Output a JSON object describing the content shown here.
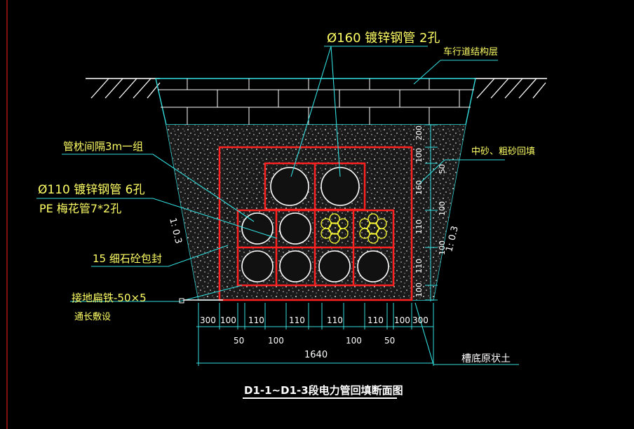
{
  "drawing": {
    "title": "D1-1~D1-3段电力管回填断面图",
    "labels": {
      "pipe160": "Ø160 镀锌钢管 2孔",
      "road_structure": "车行道结构层",
      "sleeper": "管枕间隔3m一组",
      "pipe110": "Ø110 镀锌钢管 6孔",
      "pe_pipe": "PE 梅花管7*2孔",
      "sand_fill": "中砂、粗砂回填",
      "concrete_seal": "15 细石砼包封",
      "ground_iron": "接地扁铁-50×5",
      "ground_iron_note": "通长敷设",
      "trench_soil": "槽底原状土",
      "slope_left": "1: 0.3",
      "slope_right": "1: 0.3"
    },
    "bottom_dims_row1": [
      "300",
      "100",
      "110",
      "110",
      "110",
      "110",
      "100",
      "300"
    ],
    "bottom_dims_row2": [
      "50",
      "100",
      "100",
      "50"
    ],
    "total_width": "1640",
    "right_dims": [
      "200",
      "100",
      "50",
      "160",
      "100",
      "110",
      "100",
      "110",
      "100"
    ],
    "colors": {
      "background": "#000000",
      "cyan": "#33dddd",
      "red": "#ff2020",
      "yellow": "#ffff33",
      "white": "#ffffff"
    }
  }
}
